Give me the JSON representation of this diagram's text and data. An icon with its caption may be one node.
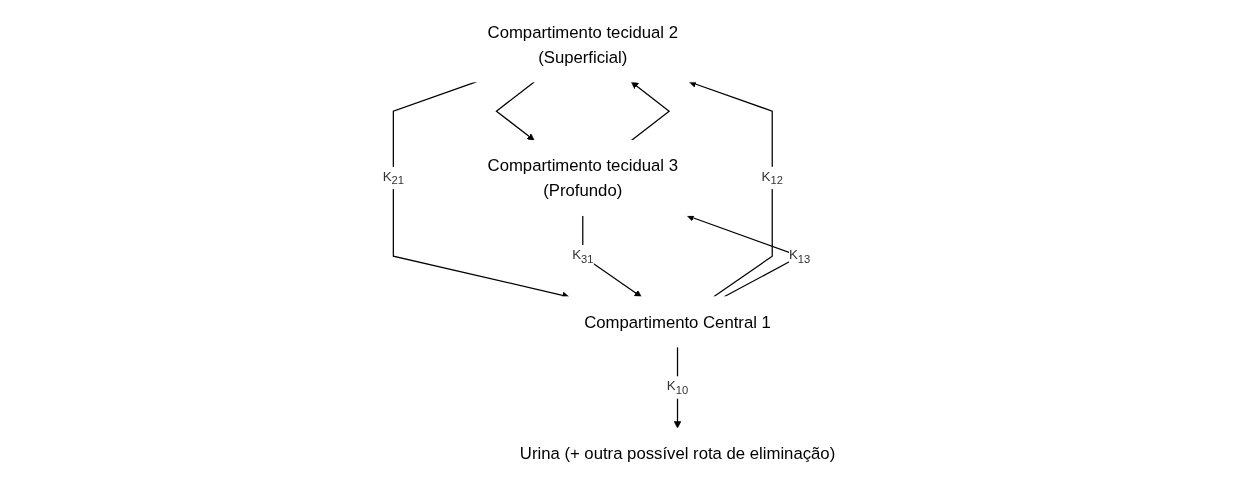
{
  "diagram": {
    "nodes": [
      {
        "text": [
          "Compartimento tecidual 2",
          "(Superficial)"
        ]
      },
      {
        "text": [
          "Compartimento tecidual 3",
          "(Profundo)"
        ]
      },
      {
        "text": [
          "Compartimento Central 1"
        ]
      },
      {
        "text": [
          "Urina (+ outra possível rota de eliminação)"
        ]
      }
    ],
    "edges": [
      {
        "from": 0,
        "to": 1,
        "arrow": "to"
      },
      {
        "from": 1,
        "to": 0,
        "arrow": "to"
      },
      {
        "from": 2,
        "to": 0,
        "arrow": "to",
        "label": "K$_{12}$"
      },
      {
        "from": 0,
        "to": 2,
        "arrow": "to",
        "label": "K$_{21}$"
      },
      {
        "from": 2,
        "to": 1,
        "arrow": "to",
        "label": "K$_{13}$"
      },
      {
        "from": 1,
        "to": 2,
        "arrow": "to",
        "label": "K$_{31}$"
      },
      {
        "from": 2,
        "to": 3,
        "arrow": "to",
        "label": "K$_{10}$"
      }
    ]
  }
}
